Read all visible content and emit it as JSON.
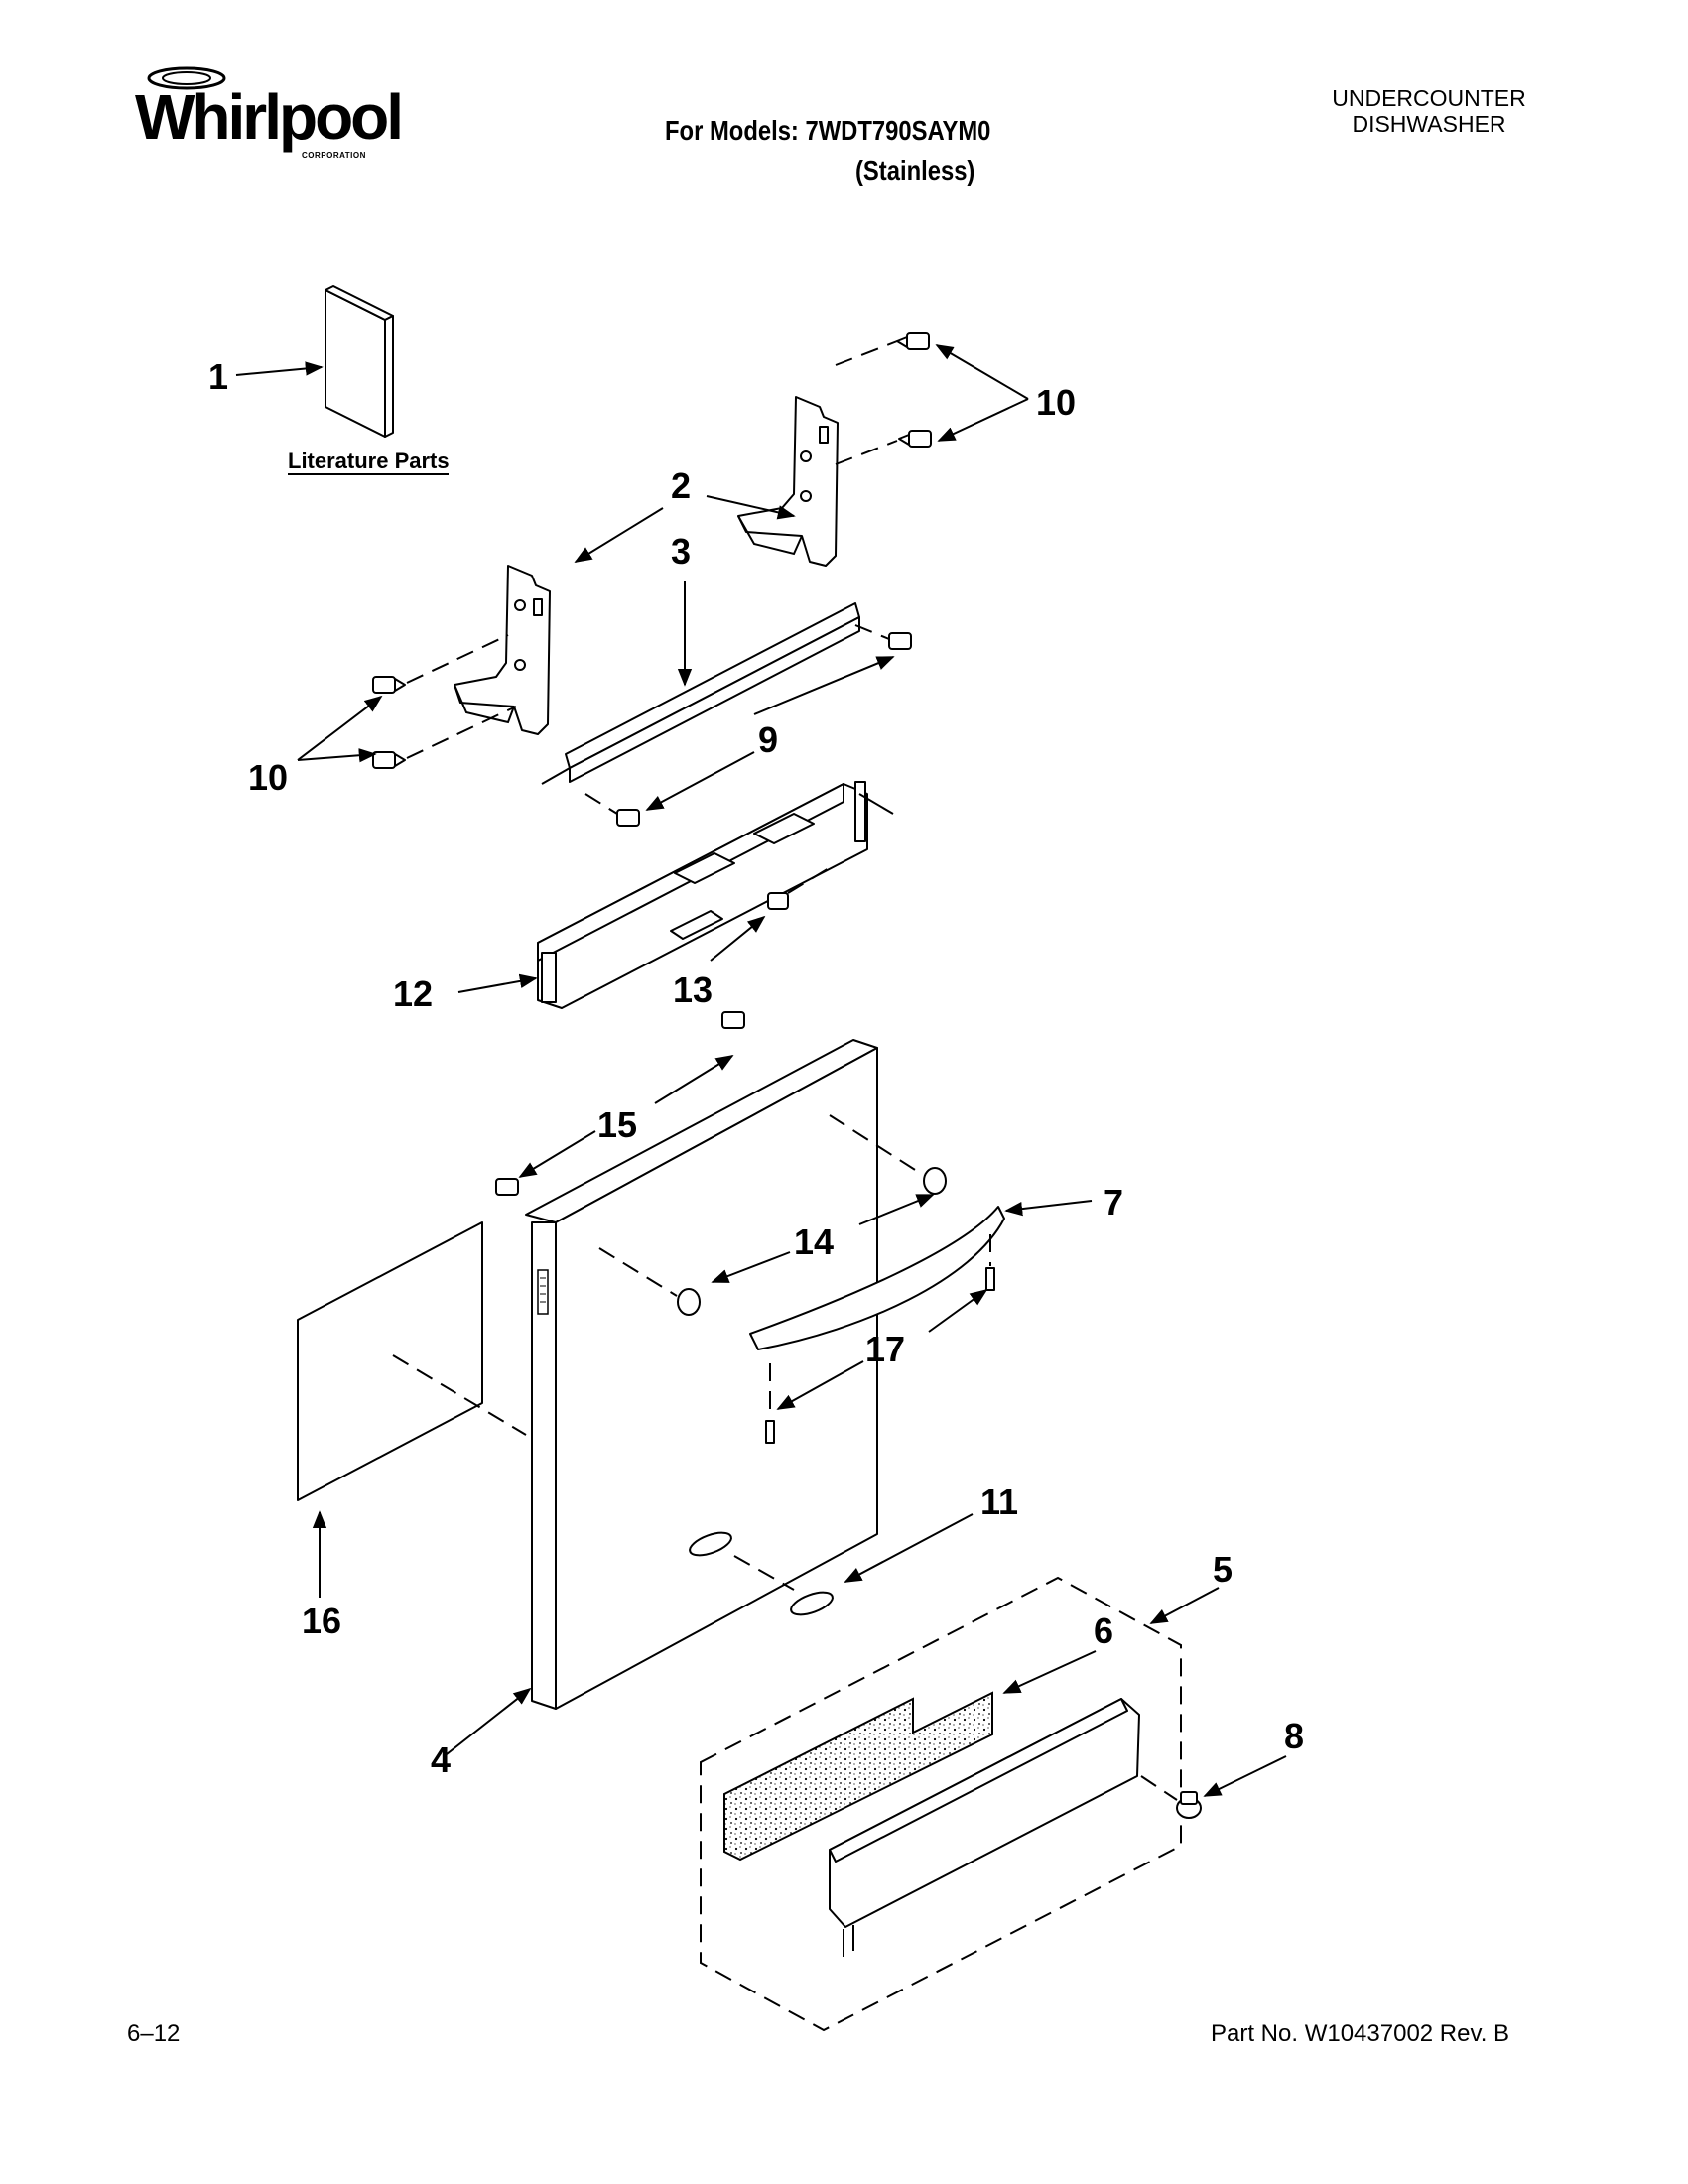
{
  "header": {
    "brand": "Whirlpool",
    "brand_sub": "CORPORATION",
    "model_line": "For Models: 7WDT790SAYM0",
    "finish_line": "(Stainless)",
    "appliance_line1": "UNDERCOUNTER",
    "appliance_line2": "DISHWASHER"
  },
  "diagram": {
    "literature_label": "Literature Parts",
    "callouts": {
      "c1": "1",
      "c2": "2",
      "c3": "3",
      "c4": "4",
      "c5": "5",
      "c6": "6",
      "c7": "7",
      "c8": "8",
      "c9": "9",
      "c10a": "10",
      "c10b": "10",
      "c11": "11",
      "c12": "12",
      "c13": "13",
      "c14": "14",
      "c15": "15",
      "c16": "16",
      "c17": "17"
    }
  },
  "footer": {
    "page_number": "6–12",
    "part_number": "Part No. W10437002 Rev. B"
  }
}
